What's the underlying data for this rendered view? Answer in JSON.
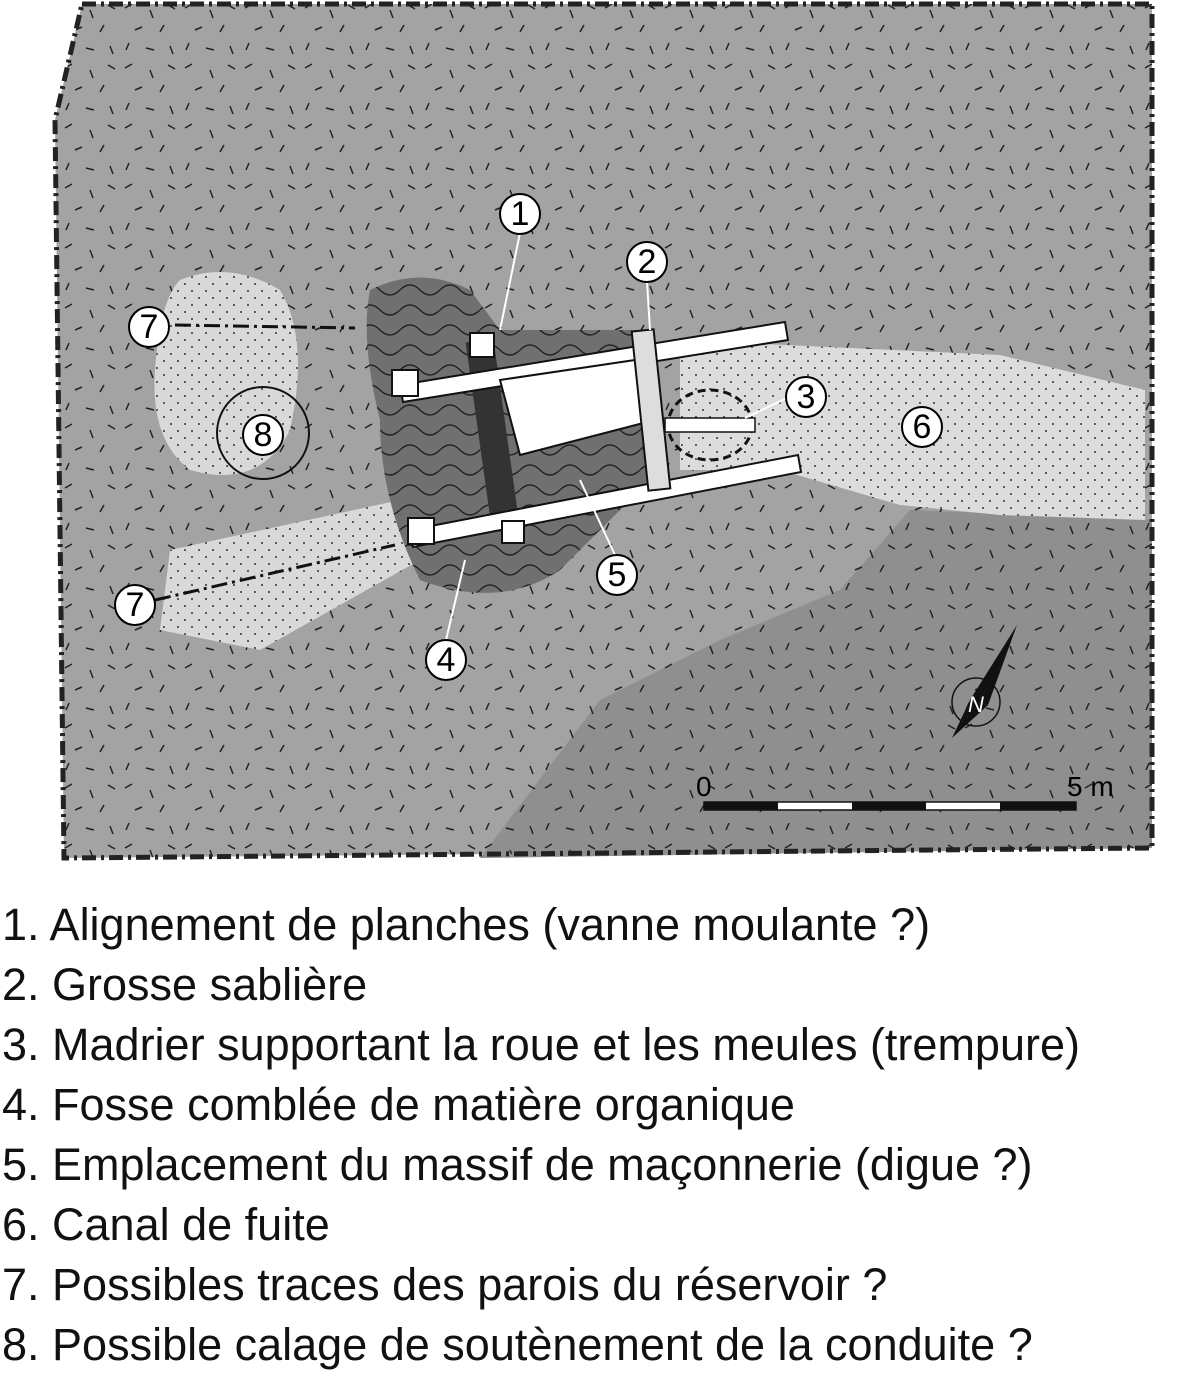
{
  "markers": [
    "1",
    "2",
    "3",
    "4",
    "5",
    "6",
    "7",
    "7",
    "8"
  ],
  "scale": {
    "start_label": "0",
    "end_label": "5 m"
  },
  "north_label": "N",
  "legend": [
    "1. Alignement de planches (vanne moulante ?)",
    "2. Grosse sablière",
    "3. Madrier supportant la roue et les meules (trempure)",
    "4. Fosse comblée de matière organique",
    "5. Emplacement du massif de maçonnerie (digue ?)",
    "6. Canal de fuite",
    "7. Possibles traces des parois du réservoir ?",
    "8. Possible calage de soutènement de la conduite ?"
  ],
  "colors": {
    "ground": "#a3a3a3",
    "dark_zone": "#8c8c8c",
    "pit": "#6e6e6e",
    "light_fill": "#d9d9d9"
  }
}
